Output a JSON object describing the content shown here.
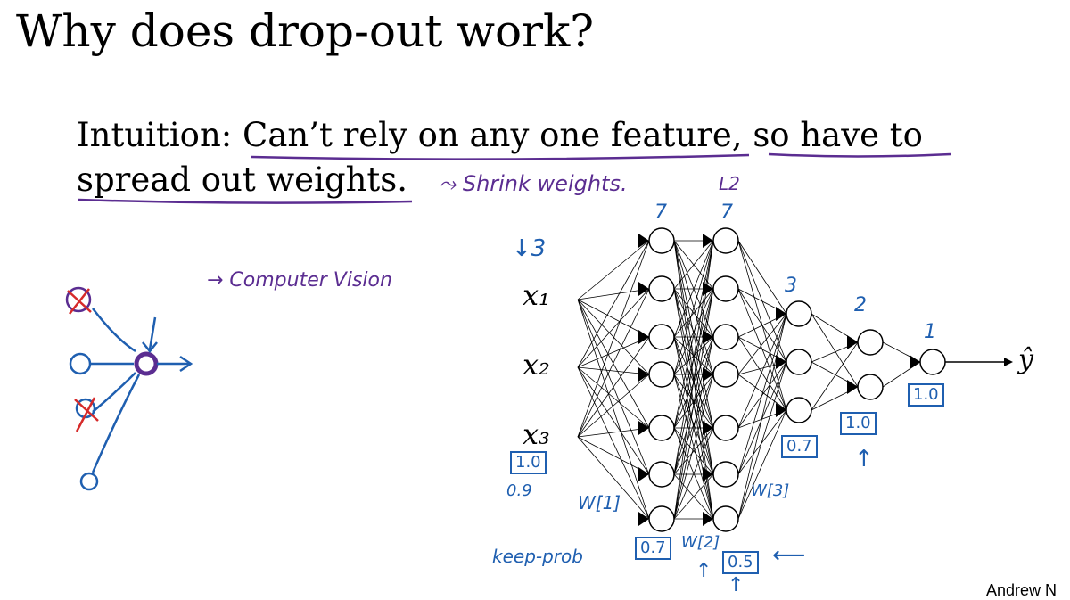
{
  "slide": {
    "title": "Why does drop-out work?",
    "intuition_line1": "Intuition: Can’t rely on any one feature, so have to",
    "intuition_line2": "spread out weights.",
    "footer": "Andrew N"
  },
  "annotations": {
    "shrink": "⤳ Shrink weights.",
    "l2": "L2",
    "computer_vision": "→ Computer Vision",
    "layer_size_1": "7",
    "layer_size_2": "7",
    "layer_size_3": "3",
    "layer_size_4": "2",
    "layer_size_5": "1",
    "input_arrow": "↓3",
    "w1": "W[1]",
    "w2": "W[2]",
    "w3": "W[3]",
    "keep_prob_label": "keep-prob",
    "kp_input": "1.0",
    "kp_input_alt": "0.9",
    "kp_layer1": "0.7",
    "kp_layer2": "0.5",
    "kp_layer3": "0.7",
    "kp_layer4": "1.0",
    "kp_output": "1.0",
    "arrow_left": "⟵",
    "arrow_up": "↑"
  },
  "network": {
    "inputs": [
      "x1",
      "x2",
      "x3"
    ],
    "input_labels": [
      "𝑥₁",
      "𝑥₂",
      "𝑥₃"
    ],
    "layers": [
      7,
      7,
      3,
      2,
      1
    ],
    "output_label": "ŷ"
  },
  "colors": {
    "ink_purple": "#5b2d91",
    "ink_blue": "#1f5fb0",
    "ink_red": "#d62a2a"
  }
}
